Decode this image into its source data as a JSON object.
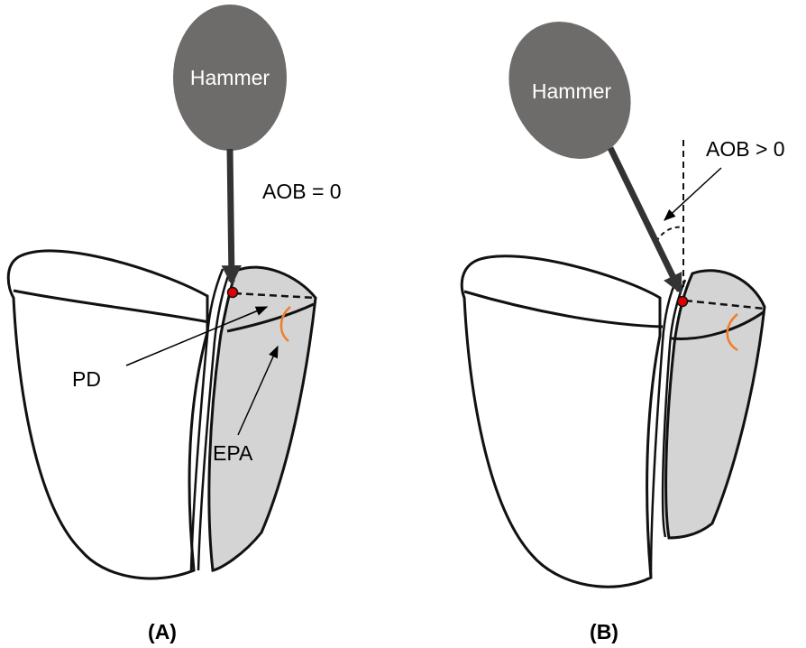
{
  "panel_a": {
    "hammer_label": "Hammer",
    "angle_label": "AOB = 0",
    "pd_label": "PD",
    "epa_label": "EPA",
    "caption": "(A)"
  },
  "panel_b": {
    "hammer_label": "Hammer",
    "angle_label": "AOB > 0",
    "caption": "(B)"
  },
  "colors": {
    "hammer_fill": "#6e6b6b",
    "fragment_fill": "#d4d4d4",
    "impact_point": "#e00000",
    "angle_arc": "#f07d2a",
    "outline": "#111111"
  }
}
